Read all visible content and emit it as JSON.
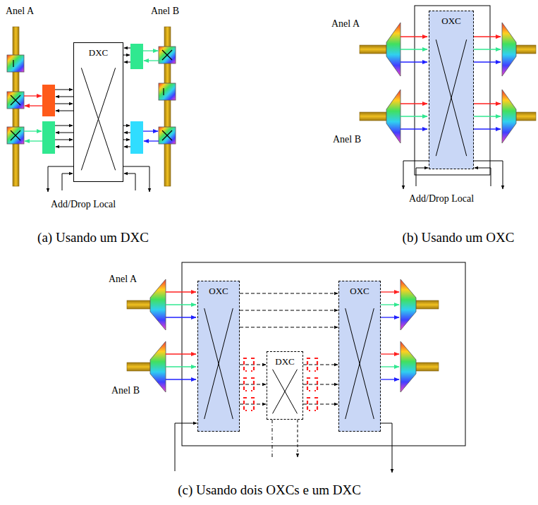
{
  "diagram": {
    "nodes": [
      {
        "text": [
          "DXC"
        ]
      },
      {
        "text": [
          "OXC"
        ]
      },
      {
        "text": [
          "OXC"
        ]
      },
      {
        "text": [
          "DXC"
        ]
      },
      {
        "text": [
          "OXC"
        ]
      }
    ],
    "edges": [
      {
        "from": 2,
        "to": 4,
        "arrow": "to"
      },
      {
        "from": 2,
        "to": 4,
        "arrow": "to"
      },
      {
        "from": 2,
        "to": 4,
        "arrow": "to"
      },
      {
        "from": 2,
        "to": 3,
        "arrow": "to"
      },
      {
        "from": 2,
        "to": 3,
        "arrow": "to"
      },
      {
        "from": 2,
        "to": 3,
        "arrow": "to"
      },
      {
        "from": 3,
        "to": 4,
        "arrow": "to"
      },
      {
        "from": 3,
        "to": 4,
        "arrow": "to"
      },
      {
        "from": 3,
        "to": 4,
        "arrow": "to"
      }
    ],
    "labels": [
      "Anel A",
      "Anel B",
      "Add/Drop Local",
      "(a) Usando um DXC",
      "Anel A",
      "Anel B",
      "Add/Drop Local",
      "(b) Usando um OXC",
      "Anel A",
      "Anel B",
      "(c) Usando dois OXCs e um DXC"
    ]
  }
}
